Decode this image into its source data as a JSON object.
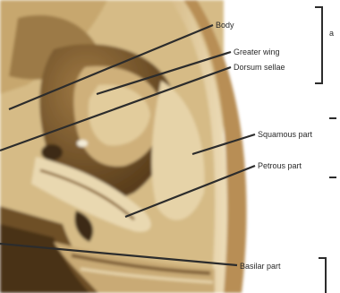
{
  "labels": [
    {
      "id": "body",
      "text": "Body"
    },
    {
      "id": "greater-wing",
      "text": "Greater wing"
    },
    {
      "id": "dorsum-sellae",
      "text": "Dorsum sellae"
    },
    {
      "id": "squamous-part",
      "text": "Squamous part"
    },
    {
      "id": "petrous-part",
      "text": "Petrous part"
    },
    {
      "id": "basilar-part",
      "text": "Basilar part"
    }
  ],
  "side_marks": [
    "a"
  ],
  "palette": {
    "bone_light": "#e6d2a6",
    "bone_mid": "#c9a972",
    "bone_dark": "#7a5a30",
    "shadow": "#3e2a14",
    "background": "#ffffff"
  }
}
